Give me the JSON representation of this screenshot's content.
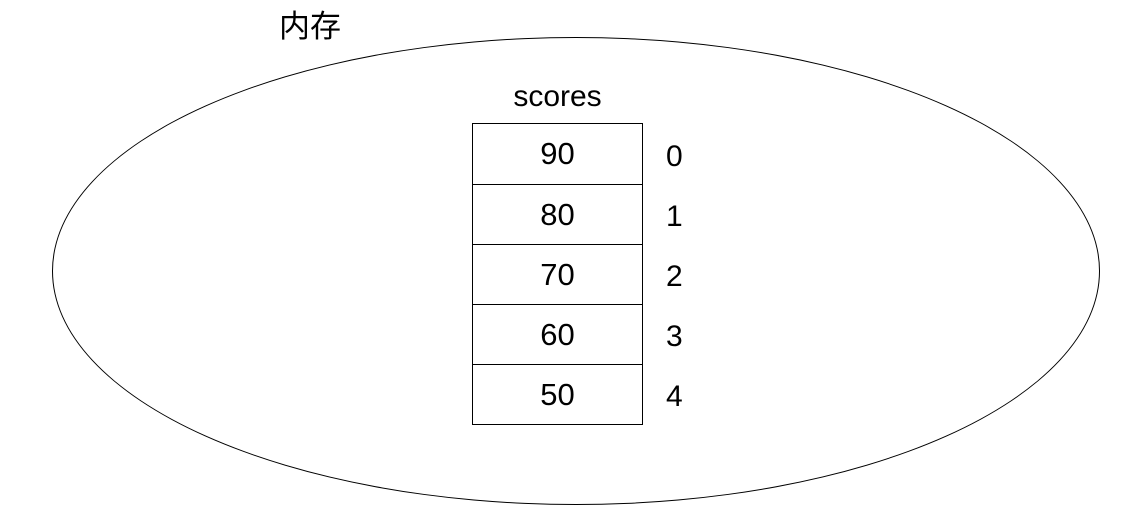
{
  "diagram": {
    "memory_label": "内存",
    "array": {
      "title": "scores",
      "cells": [
        {
          "value": "90",
          "index": "0"
        },
        {
          "value": "80",
          "index": "1"
        },
        {
          "value": "70",
          "index": "2"
        },
        {
          "value": "60",
          "index": "3"
        },
        {
          "value": "50",
          "index": "4"
        }
      ]
    },
    "colors": {
      "line": "#000000",
      "text": "#000000",
      "background": "#ffffff"
    }
  }
}
